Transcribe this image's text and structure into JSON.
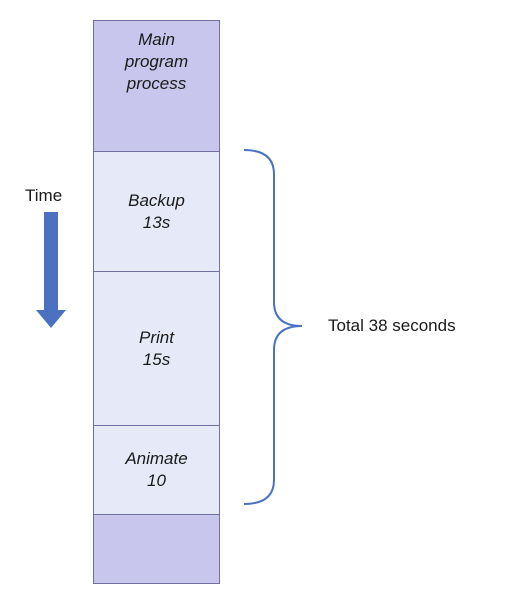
{
  "stack": {
    "main": {
      "label": "Main program process"
    },
    "backup": {
      "label": "Backup",
      "duration": "13s"
    },
    "print": {
      "label": "Print",
      "duration": "15s"
    },
    "animate": {
      "label": "Animate",
      "duration": "10"
    }
  },
  "time": {
    "label": "Time"
  },
  "total": {
    "label": "Total 38 seconds"
  },
  "colors": {
    "dark_block": "#c8c6ec",
    "light_block": "#e6eaf8",
    "arrow": "#4a72c0",
    "brace": "#4a72c0",
    "border": "#6f6fa0"
  }
}
